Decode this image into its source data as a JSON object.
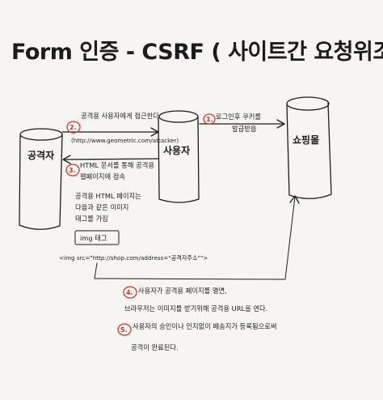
{
  "title": "Form 인증 - CSRF ( 사이트간 요청위조 )",
  "nodes": {
    "attacker": "공격자",
    "user": "사용자",
    "mall": "쇼핑몰"
  },
  "steps": [
    {
      "num": "1.",
      "lines": [
        "로그인후 쿠키를",
        "발급받음"
      ]
    },
    {
      "num": "2.",
      "lines": [
        "공격용 사용자에게 접근한다",
        "(http://www.geometric.com/attacker)"
      ]
    },
    {
      "num": "3.",
      "lines": [
        "HTML 문서를 통해 공격용",
        "웹페이지에 접속"
      ]
    },
    {
      "num": "4.",
      "lines": [
        "사용자가 공격용 페이지를 열면,",
        "브라우저는 이미지를 받기위해 공격용 URL을 연다."
      ]
    },
    {
      "num": "5.",
      "lines": [
        "사용자의 승인이나 인지없이 배송지가 등록됨으로써",
        "공격이 완료된다."
      ]
    }
  ],
  "html_notes": [
    "공격용 HTML 페이지는",
    "다음과 같은 이미지",
    "태그를 가짐"
  ],
  "img_box_label": "img 태그",
  "img_tag": "<img src=\"http://shop.com/address=\"공격자주소\"\">"
}
